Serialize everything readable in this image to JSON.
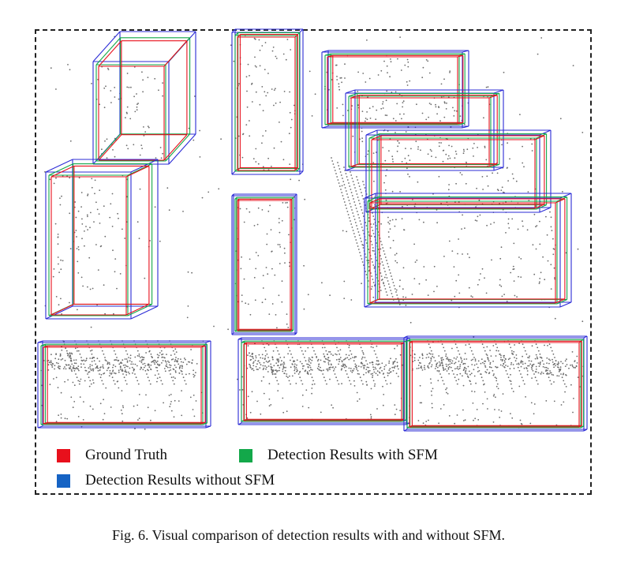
{
  "legend": {
    "items": [
      {
        "label": "Ground Truth",
        "color": "#e8101c"
      },
      {
        "label": "Detection Results with SFM",
        "color": "#13a84a"
      },
      {
        "label": "Detection Results without SFM",
        "color": "#1663c4"
      }
    ]
  },
  "colors": {
    "ground_truth": "#e8101c",
    "with_sfm": "#13a84a",
    "without_sfm": "#2b2bd6",
    "points": "#6b6b6b"
  },
  "caption": "Fig. 6.  Visual comparison of detection results with and without SFM."
}
